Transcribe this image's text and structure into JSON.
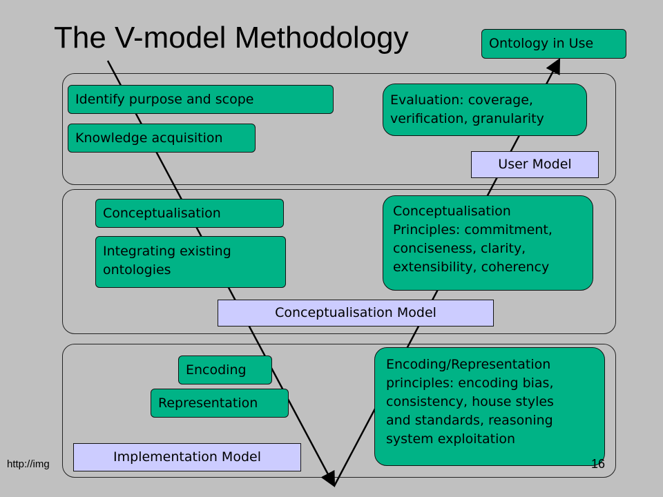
{
  "title": "The V-model Methodology",
  "footer": {
    "source": "http://img",
    "page": "16"
  },
  "colors": {
    "background": "#c0c0c0",
    "activity_box": "#00b386",
    "model_box": "#ccccff",
    "line": "#000000"
  },
  "top_target": "Ontology in Use",
  "left": {
    "identify": "Identify purpose and scope",
    "knowledge": "Knowledge acquisition",
    "conceptualisation": "Conceptualisation",
    "integrating": [
      "Integrating existing",
      "ontologies"
    ],
    "encoding": "Encoding",
    "representation": "Representation"
  },
  "right": {
    "evaluation": [
      "Evaluation: coverage,",
      "verification, granularity"
    ],
    "concept_principles": [
      "Conceptualisation",
      "Principles: commitment,",
      "conciseness, clarity,",
      "extensibility, coherency"
    ],
    "encoding_principles": [
      "Encoding/Representation",
      "principles: encoding bias,",
      "consistency, house styles",
      "and standards, reasoning",
      "system exploitation"
    ]
  },
  "models": {
    "user": "User Model",
    "conceptualisation": "Conceptualisation  Model",
    "implementation": "Implementation Model"
  }
}
